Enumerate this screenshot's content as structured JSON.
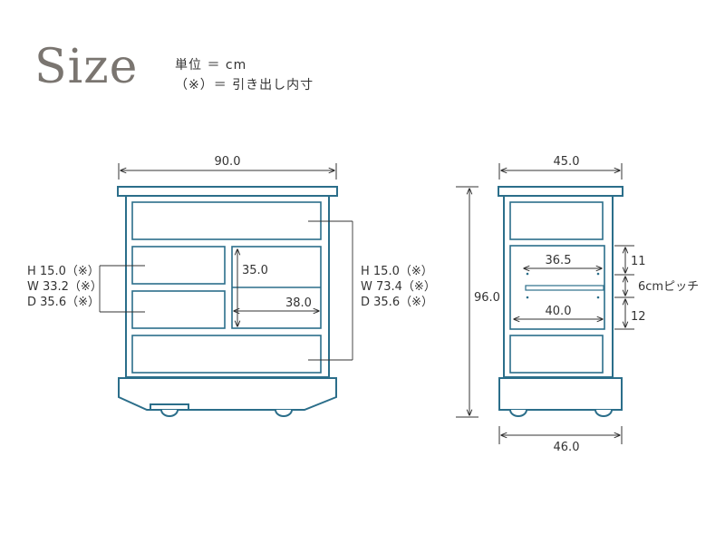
{
  "header": {
    "title": "Size",
    "unit_line": "単位 ＝ cm",
    "note_line": "（※）＝ 引き出し内寸"
  },
  "front_view": {
    "width": "90.0",
    "small_drawer": [
      "H  15.0（※）",
      "W  33.2（※）",
      "D  35.6（※）"
    ],
    "large_drawer": [
      "H  15.0（※）",
      "W  73.4（※）",
      "D  35.6（※）"
    ],
    "open_height": "35.0",
    "open_width": "38.0"
  },
  "side_view": {
    "top_depth": "45.0",
    "height": "96.0",
    "base_depth": "46.0",
    "shelf_upper_width": "36.5",
    "shelf_lower_width": "40.0",
    "gap_upper": "11",
    "pitch": "6cmピッチ",
    "gap_lower": "12"
  },
  "colors": {
    "outline": "#2b6e8a",
    "dimension": "#333333",
    "title": "#7a7570"
  }
}
